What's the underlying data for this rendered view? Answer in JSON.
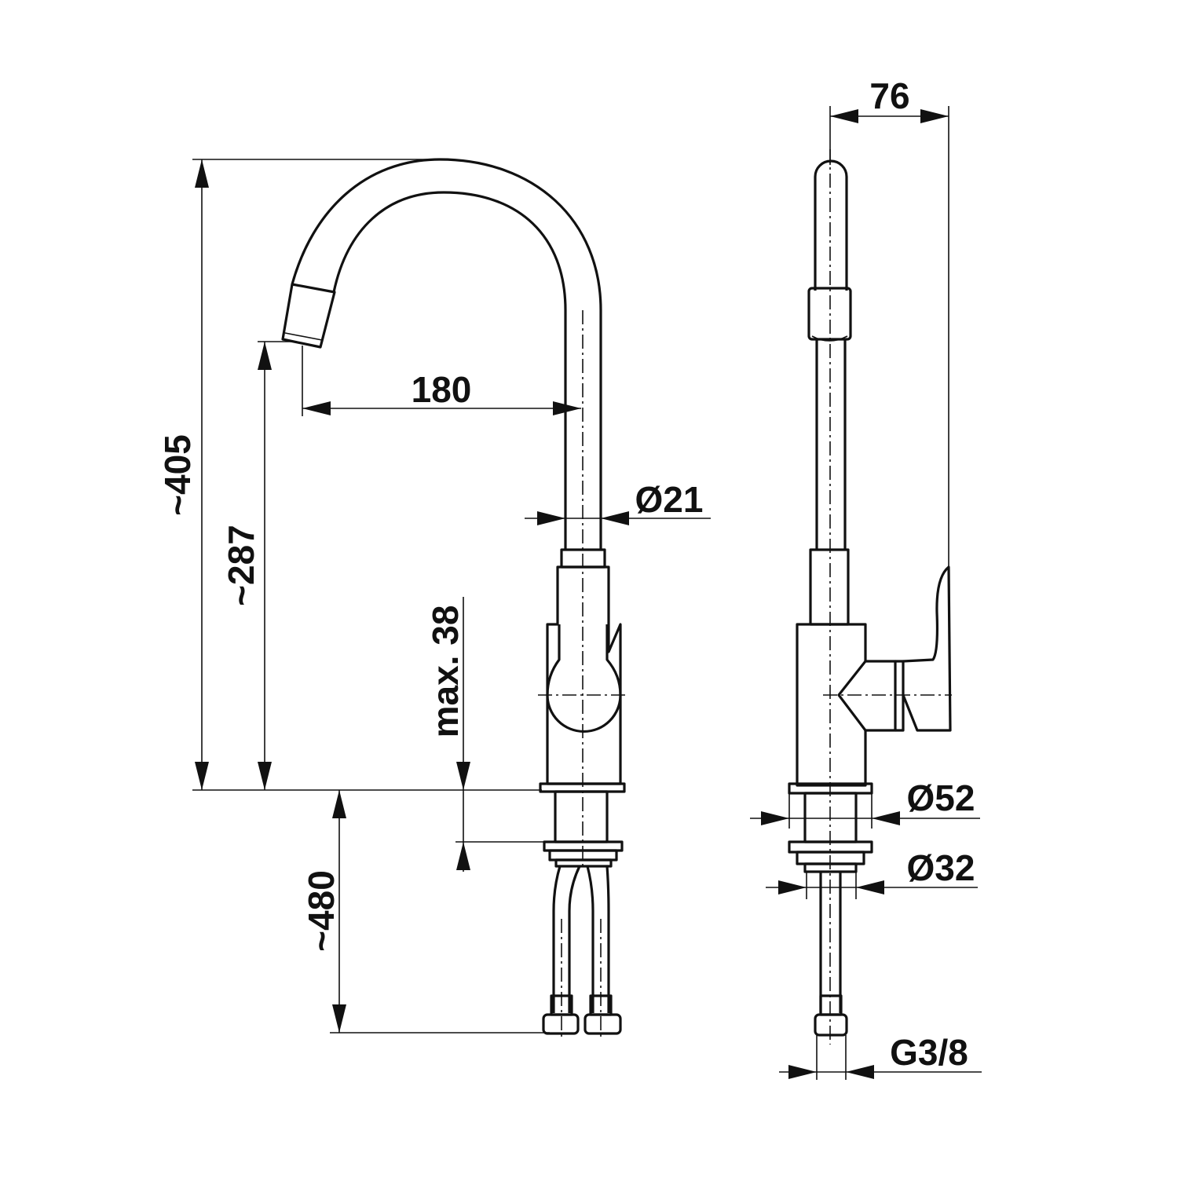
{
  "drawing": {
    "front_view": {
      "dimensions": {
        "total_height": "~405",
        "spout_height": "~287",
        "spout_reach": "180",
        "tube_diameter": "Ø21",
        "max_counter_thickness": "max. 38",
        "hose_length": "~480"
      }
    },
    "side_view": {
      "dimensions": {
        "handle_depth": "76",
        "base_diameter": "Ø52",
        "shank_diameter": "Ø32",
        "connection_thread": "G3/8"
      }
    },
    "colors": {
      "line": "#111111",
      "background": "#ffffff"
    }
  }
}
